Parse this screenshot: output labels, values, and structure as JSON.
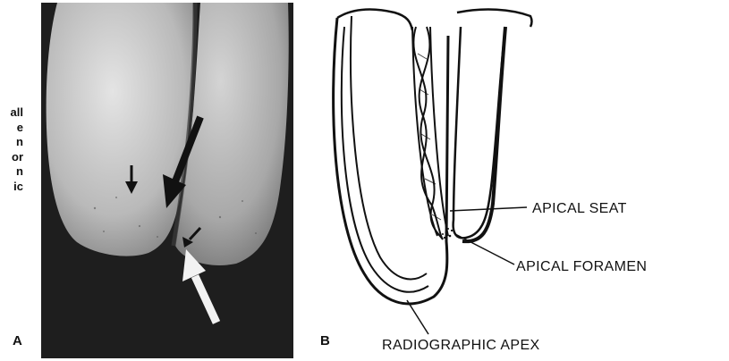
{
  "sidebar_text": [
    "all",
    "e",
    "n",
    "or",
    "n",
    "ic"
  ],
  "panel_a": {
    "letter": "A"
  },
  "panel_b": {
    "letter": "B",
    "labels": {
      "apical_seat": "APICAL SEAT",
      "apical_foramen": "APICAL FORAMEN",
      "radiographic_apex": "RADIOGRAPHIC APEX"
    }
  },
  "colors": {
    "photo_background": "#1e1e1e",
    "tooth": "#c9c9c9",
    "ink": "#111111"
  }
}
